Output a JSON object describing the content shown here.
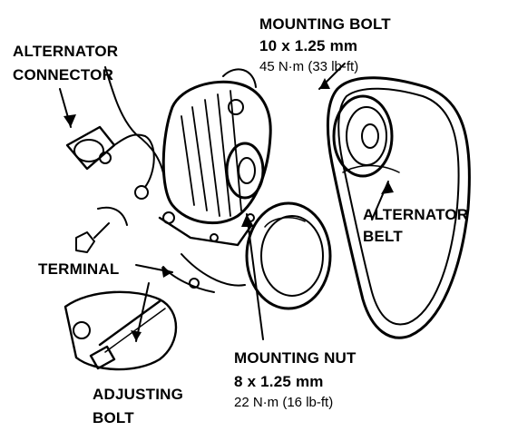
{
  "labels": {
    "alternator_connector": [
      "ALTERNATOR",
      "CONNECTOR"
    ],
    "mounting_bolt": {
      "title": "MOUNTING BOLT",
      "size": "10 x 1.25 mm",
      "torque": "45 N·m (33 lb-ft)"
    },
    "alternator_belt": [
      "ALTERNATOR",
      "BELT"
    ],
    "terminal": "TERMINAL",
    "mounting_nut": {
      "title": "MOUNTING NUT",
      "size": "8 x 1.25 mm",
      "torque": "22 N·m (16 lb-ft)"
    },
    "adjusting_bolt": [
      "ADJUSTING",
      "BOLT"
    ]
  }
}
